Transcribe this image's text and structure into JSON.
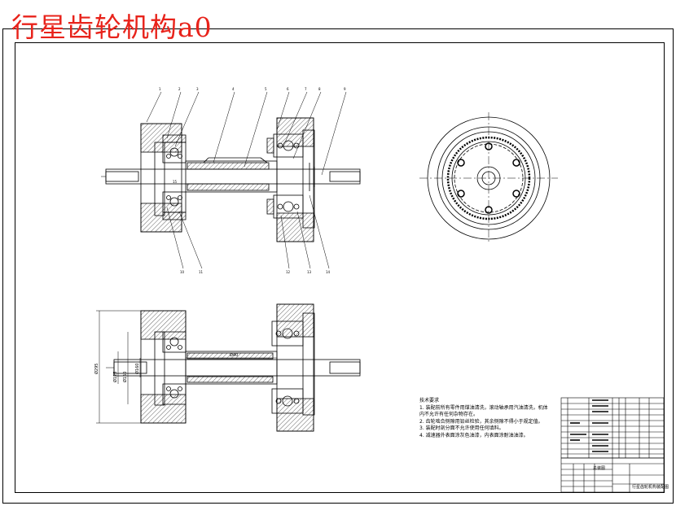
{
  "title": "行星齿轮机构a0",
  "balloons": [
    "1",
    "2",
    "3",
    "4",
    "5",
    "6",
    "7",
    "8",
    "9",
    "10",
    "11",
    "12",
    "13",
    "14",
    "15"
  ],
  "dimensions": {
    "shaft_length": "Ø40",
    "outer_dia": "Ø295",
    "hub_dia": "Ø160",
    "inner_dia_1": "Ø125",
    "inner_dia_2": "Ø150"
  },
  "technical_requirements": {
    "heading": "技术要求",
    "items": [
      "1. 装配前所有零件用煤油清洗，滚动轴承用汽油清洗，机体内不允许有任何杂物存在。",
      "2. 齿轮啮合侧隙用铅丝检验，其余侧隙不得小于规定值。",
      "3. 装配时剖分面不允许使用任何填料。",
      "4. 减速器外表面涂灰色油漆，内表面涂耐油油漆。"
    ]
  },
  "title_block": {
    "assembly_label": "总装图",
    "drawing_name": "行星齿轮机构装配图"
  }
}
